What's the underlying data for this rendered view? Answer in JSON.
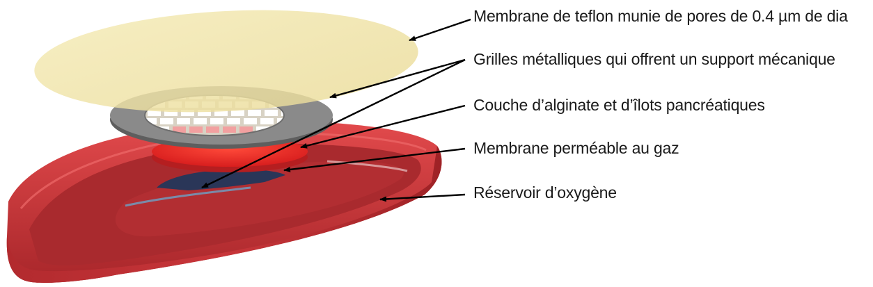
{
  "labels": [
    {
      "text": "Membrane de teflon munie de pores de 0.4 µm de dia"
    },
    {
      "text": "Grilles métalliques qui offrent un support mécanique"
    },
    {
      "text": "Couche d’alginate et d’îlots pancréatiques"
    },
    {
      "text": "Membrane perméable au gaz"
    },
    {
      "text": "Réservoir d’oxygène"
    }
  ],
  "colors": {
    "teflon_membrane": "#f1e6a8",
    "metal_grid": "#8a8a8a",
    "alginate_layer": "#e02a2a",
    "gas_membrane": "#2a3658",
    "oxygen_reservoir": "#c8363a",
    "arrows": "#000000"
  }
}
